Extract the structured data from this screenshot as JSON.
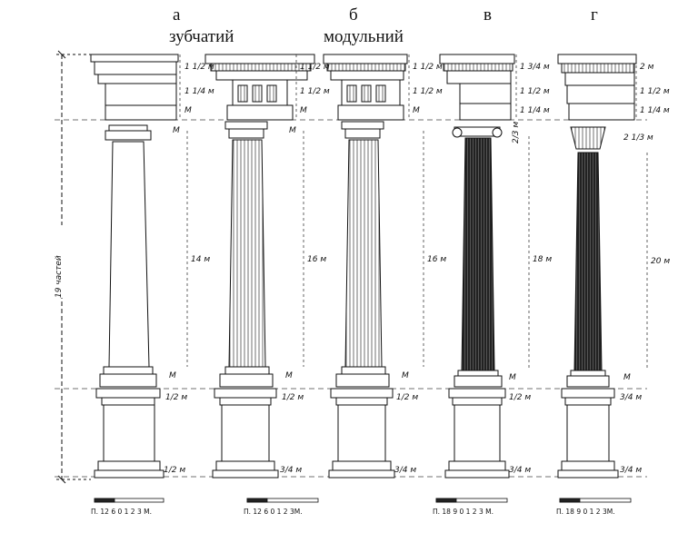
{
  "headers": [
    {
      "letter": "а",
      "subtitle": "зубчатий"
    },
    {
      "letter": "б",
      "subtitle": "модульний"
    },
    {
      "letter": "в",
      "subtitle": ""
    },
    {
      "letter": "г",
      "subtitle": ""
    }
  ],
  "total_height_label": "19 частей",
  "orders": [
    {
      "cornice": "1 1/2 м",
      "frieze": "1 1/4 м",
      "architrave": "М",
      "capital": "М",
      "shaft": "14 м",
      "base": "М",
      "pedestal_cornice": "1/2 м",
      "pedestal_base": "1/2 м",
      "scale": "П. 12  6  0      1      2      3 М."
    },
    {
      "cornice": "1 1/2 м",
      "frieze": "1 1/2 м",
      "architrave": "М",
      "capital": "М",
      "shaft": "16 м",
      "base": "М",
      "pedestal_cornice": "1/2 м",
      "pedestal_base": "3/4 м",
      "scale": "П. 12  6  0      1      2      3М."
    },
    {
      "cornice": "1 1/2 м",
      "frieze": "1 1/2 м",
      "architrave": "М",
      "capital": "",
      "shaft": "16 м",
      "base": "М",
      "pedestal_cornice": "1/2 м",
      "pedestal_base": "3/4 м",
      "scale": ""
    },
    {
      "cornice": "1 3/4 м",
      "frieze": "1 1/2 м",
      "architrave": "1 1/4 м",
      "capital": "2/3 м",
      "shaft": "18 м",
      "base": "М",
      "pedestal_cornice": "1/2 м",
      "pedestal_base": "3/4 м",
      "scale": "П. 18 9 0      1      2      3 М."
    },
    {
      "cornice": "2 м",
      "frieze": "1 1/2 м",
      "architrave": "1 1/4 м",
      "capital": "2 1/3 м",
      "shaft": "20 м",
      "base": "М",
      "pedestal_cornice": "3/4 м",
      "pedestal_base": "3/4 м",
      "scale": "П. 18 9 0      1      2      3М."
    }
  ]
}
